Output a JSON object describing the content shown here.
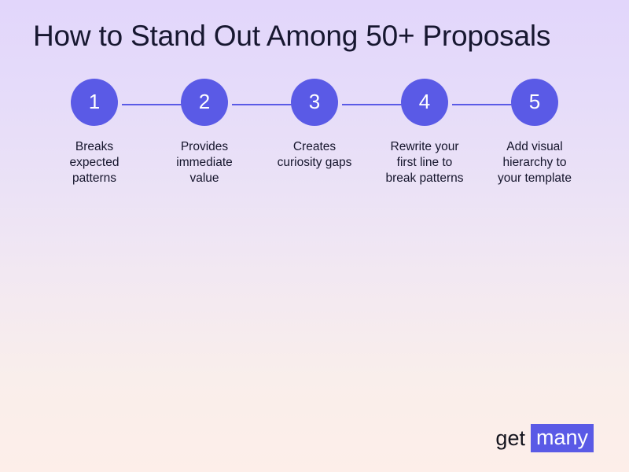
{
  "slide": {
    "title": "How to Stand Out Among 50+ Proposals",
    "background_top_color": "#e2d6fb",
    "background_bottom_color": "#fdeee9",
    "accent_color": "#5a5ae6",
    "text_color": "#14142b"
  },
  "flow": {
    "steps": [
      {
        "number": "1",
        "caption": "Breaks\nexpected\npatterns"
      },
      {
        "number": "2",
        "caption": "Provides\nimmediate\nvalue"
      },
      {
        "number": "3",
        "caption": "Creates\ncuriosity gaps"
      },
      {
        "number": "4",
        "caption": "Rewrite your\nfirst line to\nbreak patterns"
      },
      {
        "number": "5",
        "caption": "Add visual\nhierarchy to\nyour template"
      }
    ],
    "connector_icon": "arrow-right-icon",
    "connector_count": 4
  },
  "logo": {
    "word_one": "get",
    "word_two": "many",
    "badge_color": "#5a5ae6",
    "word_one_color": "#14141e"
  }
}
